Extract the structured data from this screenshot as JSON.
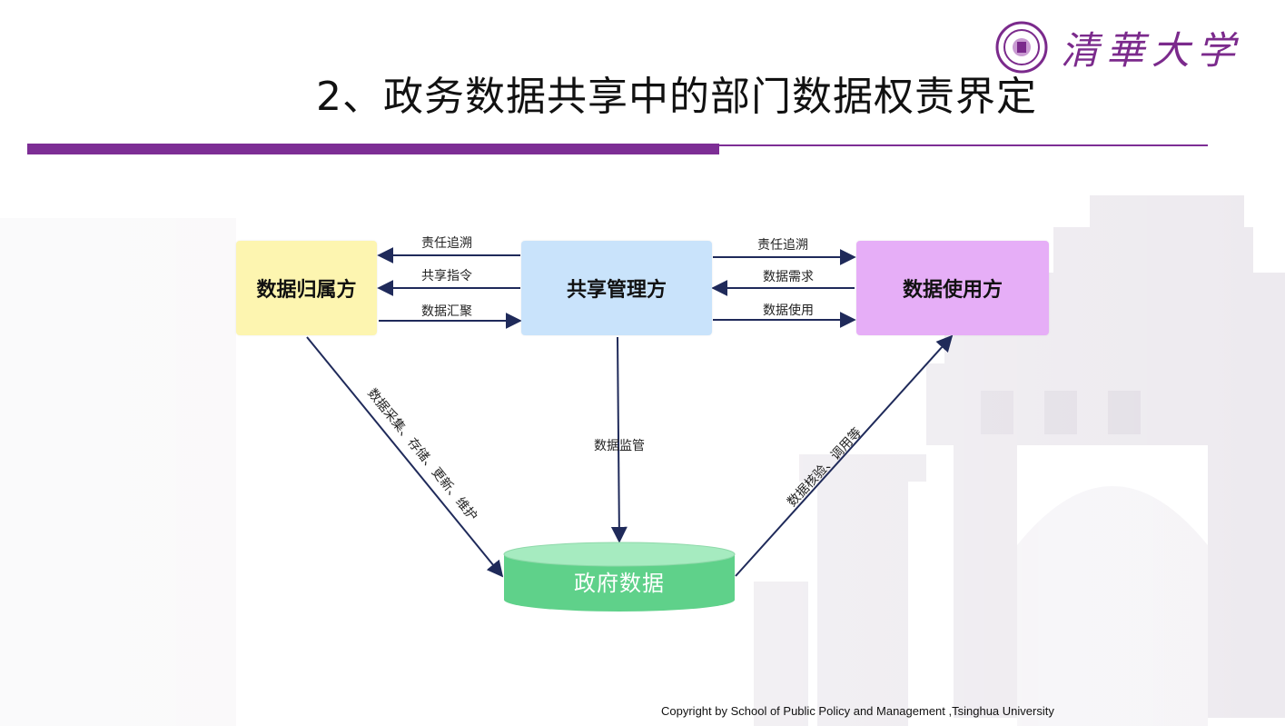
{
  "slide": {
    "title": "2、政务数据共享中的部门数据权责界定",
    "logo_text": "清華大学",
    "copyright": "Copyright by School of Public Policy and Management ,Tsinghua University"
  },
  "nodes": {
    "owner": "数据归属方",
    "manager": "共享管理方",
    "user": "数据使用方",
    "database": "政府数据"
  },
  "edges": {
    "manager_to_owner_1": "责任追溯",
    "manager_to_owner_2": "共享指令",
    "owner_to_manager": "数据汇聚",
    "manager_to_user_1": "责任追溯",
    "user_to_manager": "数据需求",
    "manager_to_user_2": "数据使用",
    "owner_to_db": "数据采集、存储、更新、维护",
    "manager_to_db": "数据监管",
    "db_to_user": "数据核验、调用等"
  },
  "colors": {
    "accent_purple": "#7d2e95",
    "owner_fill": "#fdf5b0",
    "manager_fill": "#c9e3fb",
    "user_fill": "#e6aef7",
    "database_fill": "#5fd18a",
    "arrow": "#1f2a5a"
  }
}
